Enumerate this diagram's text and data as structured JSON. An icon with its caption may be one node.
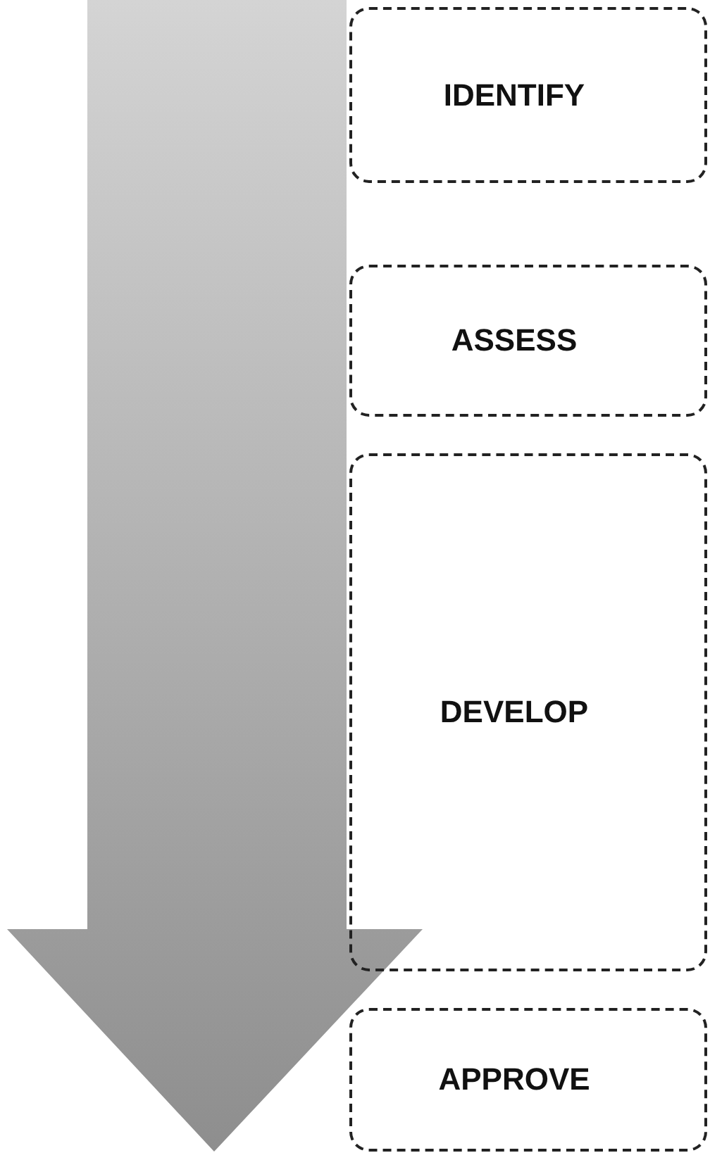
{
  "diagram": {
    "nodes": [
      {
        "text": [
          "IDENTIFY"
        ]
      },
      {
        "text": [
          "ASSESS"
        ]
      },
      {
        "text": [
          "DEVELOP"
        ]
      },
      {
        "text": [
          "APPROVE"
        ]
      }
    ]
  }
}
